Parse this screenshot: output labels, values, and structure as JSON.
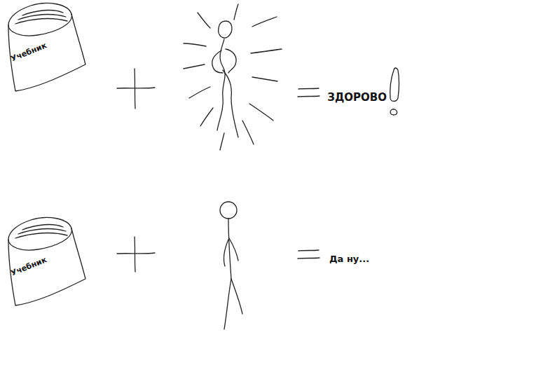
{
  "diagram": {
    "nodes": [
      {
        "text": [
          "Учебник"
        ]
      },
      {
        "text": [
          "Учебник"
        ]
      }
    ],
    "labels": [
      "ЗДОРОВО",
      "Да ну..."
    ]
  }
}
